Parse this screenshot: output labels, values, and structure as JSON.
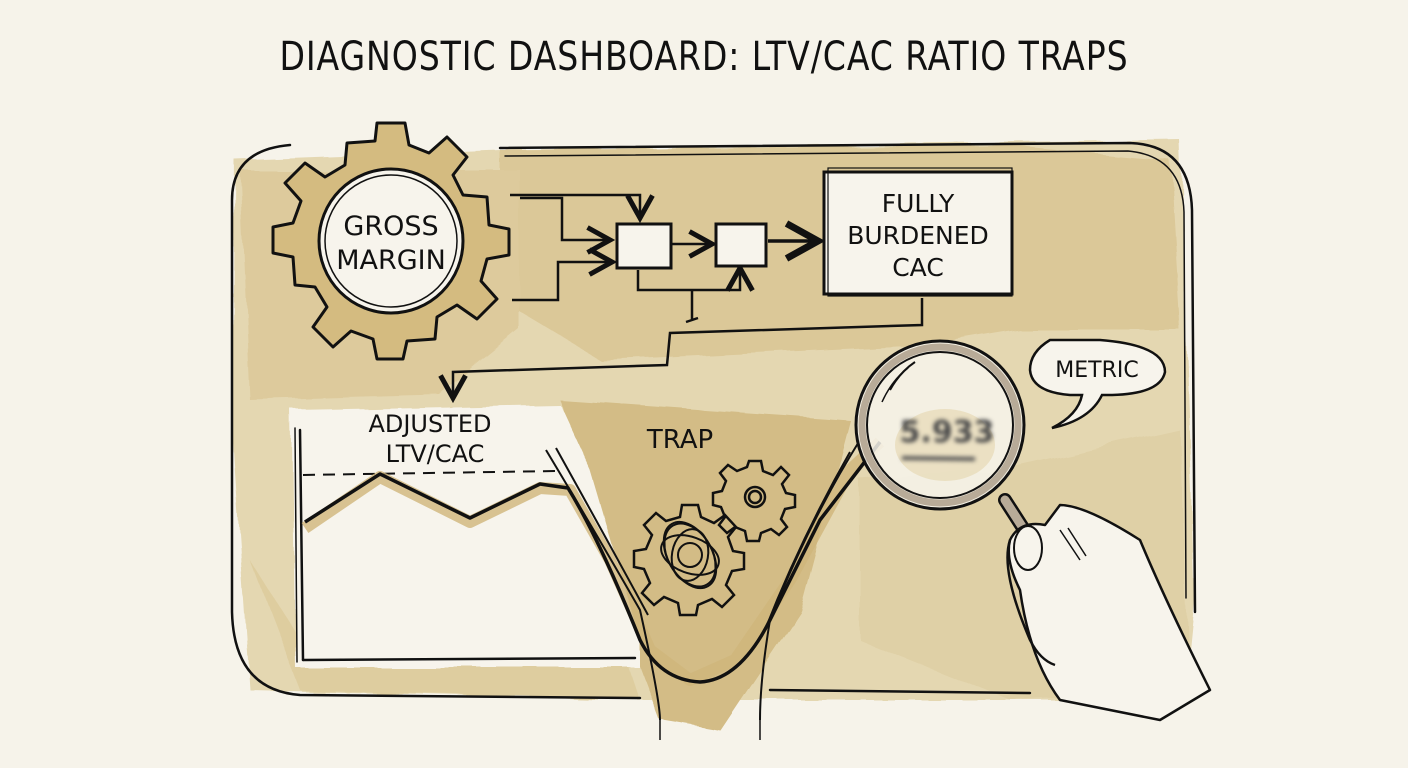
{
  "title": "DIAGNOSTIC DASHBOARD: LTV/CAC RATIO TRAPS",
  "colors": {
    "paper": "#f6f3ea",
    "wash": "#d9c48f",
    "wash_dark": "#c9ad6a",
    "ink": "#111111",
    "lens_rim": "#b8ab98"
  },
  "gear": {
    "label_line1": "GROSS",
    "label_line2": "MARGIN",
    "icon": "gear-icon"
  },
  "flow": {
    "box_a": "",
    "box_b": "",
    "target_line1": "FULLY",
    "target_line2": "BURDENED",
    "target_line3": "CAC"
  },
  "chart": {
    "label_line1": "ADJUSTED",
    "label_line2": "LTV/CAC",
    "reference_line": "dashed",
    "trap_label": "TRAP",
    "trap_icons": [
      "tangled-gear-icon",
      "gear-icon"
    ]
  },
  "magnifier": {
    "value": "5.933",
    "value_state": "blurred",
    "bubble_label": "METRIC",
    "icon": "magnifying-glass-icon"
  }
}
